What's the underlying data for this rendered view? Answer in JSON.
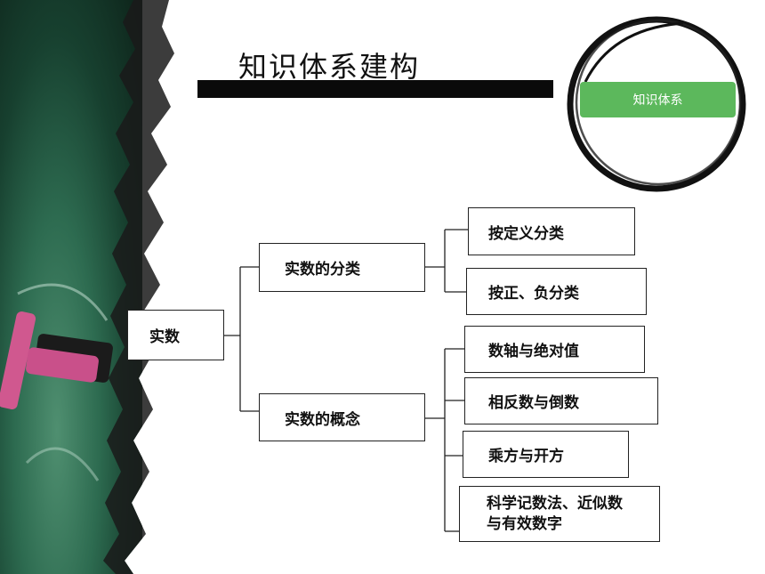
{
  "slide": {
    "title": "知识体系建构",
    "badge": "知识体系"
  },
  "diagram": {
    "root": "实数",
    "branches": [
      {
        "label": "实数的分类",
        "children": [
          "按定义分类",
          "按正、负分类"
        ]
      },
      {
        "label": "实数的概念",
        "children": [
          "数轴与绝对值",
          "相反数与倒数",
          "乘方与开方",
          "科学记数法、近似数与有效数字"
        ]
      }
    ]
  },
  "colors": {
    "badge": "#5cb85c",
    "title_bar": "#0a0a0a",
    "chalkboard": "#2d6b50",
    "chalk": "#d0588f"
  }
}
